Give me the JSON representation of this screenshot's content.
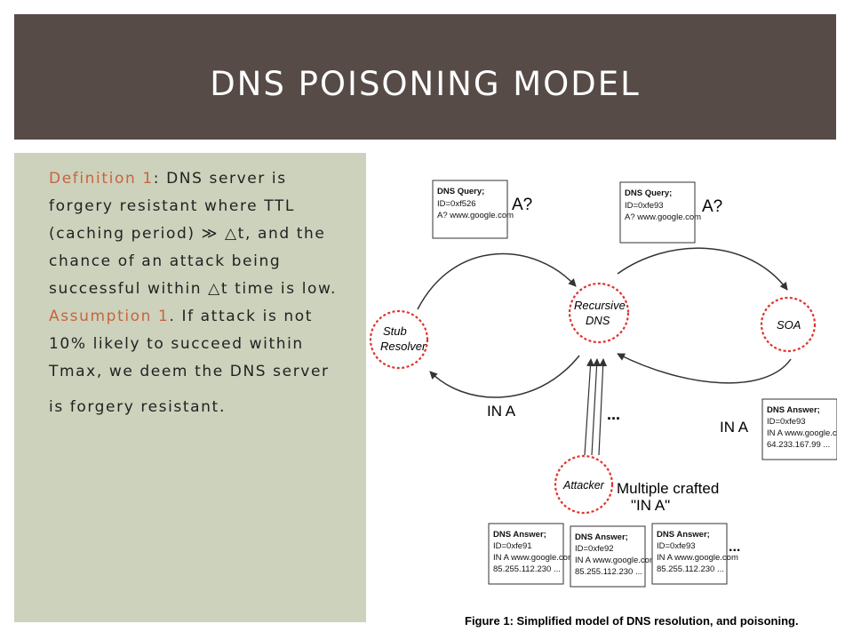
{
  "title": "DNS POISONING MODEL",
  "definition": {
    "label": "Definition 1",
    "text": ": DNS server is forgery resistant where TTL (caching period) ≫ △t, and the chance of an attack being successful within △t time is low."
  },
  "assumption": {
    "label": "Assumption 1",
    "text": ". If attack is not 10% likely to succeed within Tmax, we deem the DNS server is forgery resistant",
    "final": "."
  },
  "diagram": {
    "nodes": {
      "stub": [
        "Stub",
        "Resolver"
      ],
      "recursive": [
        "Recursive",
        "DNS"
      ],
      "soa": "SOA",
      "attacker": "Attacker"
    },
    "query_label": "A?",
    "answer_label": "IN A",
    "ellipsis": "...",
    "multiple_label": [
      "Multiple crafted",
      "\"IN A\""
    ],
    "query1": [
      "DNS Query;",
      "ID=0xf526",
      "A? www.google.com"
    ],
    "query2": [
      "DNS Query;",
      "ID=0xfe93",
      "A? www.google.com"
    ],
    "answer_soa": [
      "DNS Answer;",
      "ID=0xfe93",
      "IN A www.google.com",
      "64.233.167.99 ..."
    ],
    "forged1": [
      "DNS Answer;",
      "ID=0xfe91",
      "IN A www.google.com",
      "85.255.112.230 ..."
    ],
    "forged2": [
      "DNS Answer;",
      "ID=0xfe92",
      "IN A www.google.com",
      "85.255.112.230 ..."
    ],
    "forged3": [
      "DNS Answer;",
      "ID=0xfe93",
      "IN A www.google.com",
      "85.255.112.230 ..."
    ],
    "caption": "Figure 1: Simplified model of DNS resolution, and poisoning."
  },
  "colors": {
    "title_bg": "#564b47",
    "panel_bg": "#cdd2bc",
    "highlight": "#c8643e",
    "node_border": "#e0332f"
  }
}
